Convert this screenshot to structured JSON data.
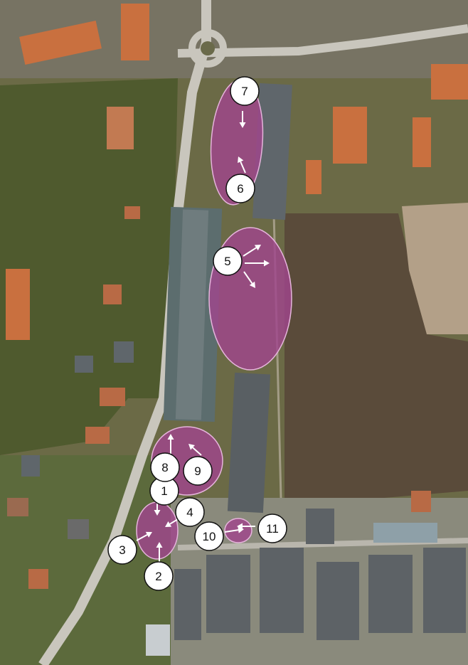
{
  "map": {
    "colors": {
      "zone_fill": "#a0468c",
      "zone_stroke": "#e6b4dc",
      "arrow": "#ffffff",
      "marker_fill": "#ffffff",
      "marker_stroke": "#111111",
      "vegetation": "#4f5a2e",
      "roof_red": "#c9703f",
      "roof_grey": "#5f666b",
      "road": "#c9c6bd"
    },
    "zones": [
      {
        "id": "zone-7-6"
      },
      {
        "id": "zone-5"
      },
      {
        "id": "zone-8-9"
      },
      {
        "id": "zone-1-4"
      },
      {
        "id": "zone-10-11"
      }
    ],
    "markers": [
      {
        "label": "1"
      },
      {
        "label": "2"
      },
      {
        "label": "3"
      },
      {
        "label": "4"
      },
      {
        "label": "5"
      },
      {
        "label": "6"
      },
      {
        "label": "7"
      },
      {
        "label": "8"
      },
      {
        "label": "9"
      },
      {
        "label": "10"
      },
      {
        "label": "11"
      }
    ]
  }
}
